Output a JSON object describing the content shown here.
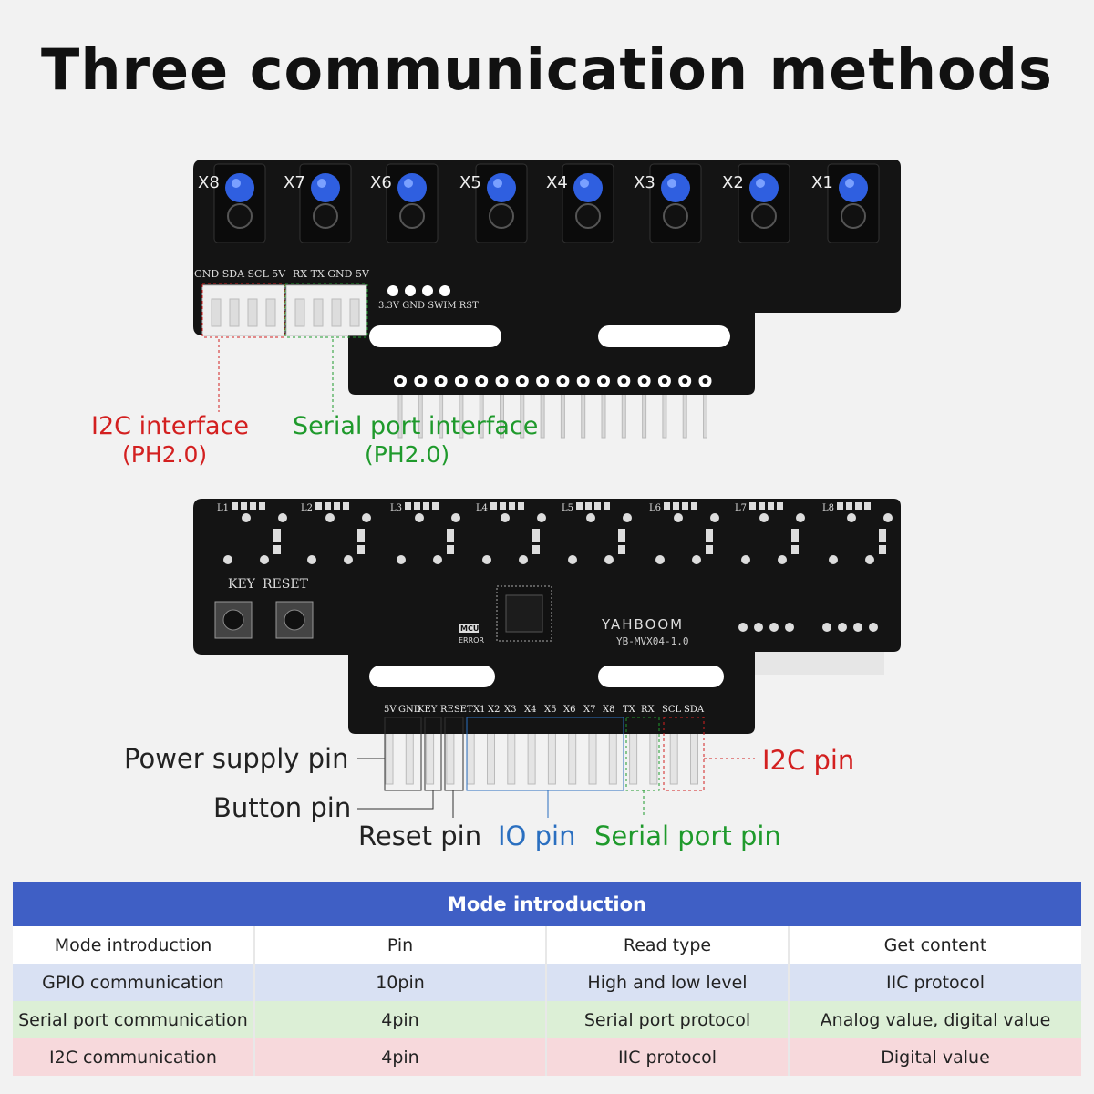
{
  "title": "Three communication methods",
  "top_board": {
    "sensors": [
      "X8",
      "X7",
      "X6",
      "X5",
      "X4",
      "X3",
      "X2",
      "X1"
    ],
    "connector1_label": "GND SDA SCL 5V",
    "connector2_label": "RX TX GND 5V",
    "swim_label": "3.3V GND SWIM RST",
    "callout_i2c": "I2C interface",
    "callout_i2c_sub": "(PH2.0)",
    "callout_serial": "Serial port interface",
    "callout_serial_sub": "(PH2.0)"
  },
  "bottom_board": {
    "brand": "YAHBOOM",
    "model": "YB-MVX04-1.0",
    "key_label": "KEY",
    "reset_label": "RESET",
    "mcu_label": "MCU",
    "error_label": "ERROR",
    "leds": [
      "L1",
      "L2",
      "L3",
      "L4",
      "L5",
      "L6",
      "L7",
      "L8"
    ],
    "pin_labels": [
      "5V",
      "GND",
      "KEY",
      "RESET",
      "X1",
      "X2",
      "X3",
      "X4",
      "X5",
      "X6",
      "X7",
      "X8",
      "TX",
      "RX",
      "SCL",
      "SDA"
    ],
    "callout_power": "Power supply pin",
    "callout_button": "Button pin",
    "callout_reset": "Reset pin",
    "callout_io": "IO pin",
    "callout_serial": "Serial port pin",
    "callout_i2c": "I2C pin"
  },
  "table": {
    "title": "Mode introduction",
    "headers": [
      "Mode introduction",
      "Pin",
      "Read type",
      "Get content"
    ],
    "rows": [
      [
        "GPIO communication",
        "10pin",
        "High and low level",
        "IIC protocol"
      ],
      [
        "Serial port communication",
        "4pin",
        "Serial port protocol",
        "Analog value, digital value"
      ],
      [
        "I2C communication",
        "4pin",
        "IIC protocol",
        "Digital value"
      ]
    ]
  },
  "colors": {
    "red": "#d32020",
    "green": "#1f9a2c",
    "blue": "#2a6fc0",
    "table_header": "#3f5fc5"
  }
}
